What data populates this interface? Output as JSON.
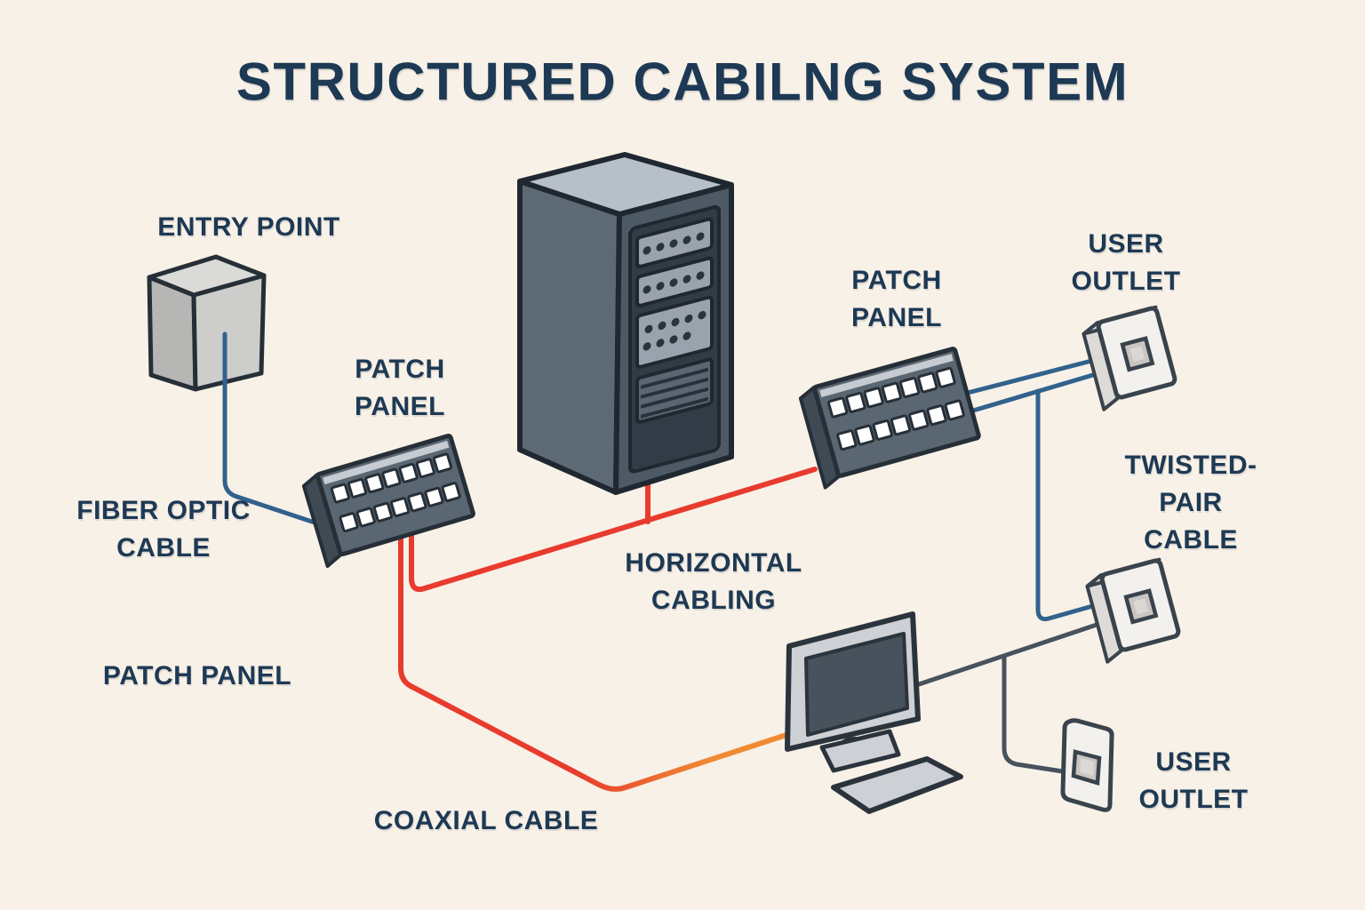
{
  "title": "STRUCTURED CABILNG SYSTEM",
  "labels": {
    "entry_point": "ENTRY POINT",
    "patch_panel_left": "PATCH\nPANEL",
    "fiber_optic_cable": "FIBER OPTIC\nCABLE",
    "horizontal_cabling": "HORIZONTAL\nCABLING",
    "patch_panel_right": "PATCH\nPANEL",
    "user_outlet_top": "USER\nOUTLET",
    "twisted_pair_cable": "TWISTED-PAIR\nCABLE",
    "patch_panel_bottom": "PATCH PANEL",
    "coaxial_cable": "COAXIAL CABLE",
    "user_outlet_bottom": "USER\nOUTLET"
  },
  "colors": {
    "background": "#f8f1e7",
    "text": "#1d3954",
    "fiber_cable": "#31628d",
    "coaxial_red": "#e83b2e",
    "coaxial_orange": "#f08a33",
    "twisted_pair": "#47525c",
    "panel_body": "#5a6671",
    "outline": "#262f37"
  }
}
